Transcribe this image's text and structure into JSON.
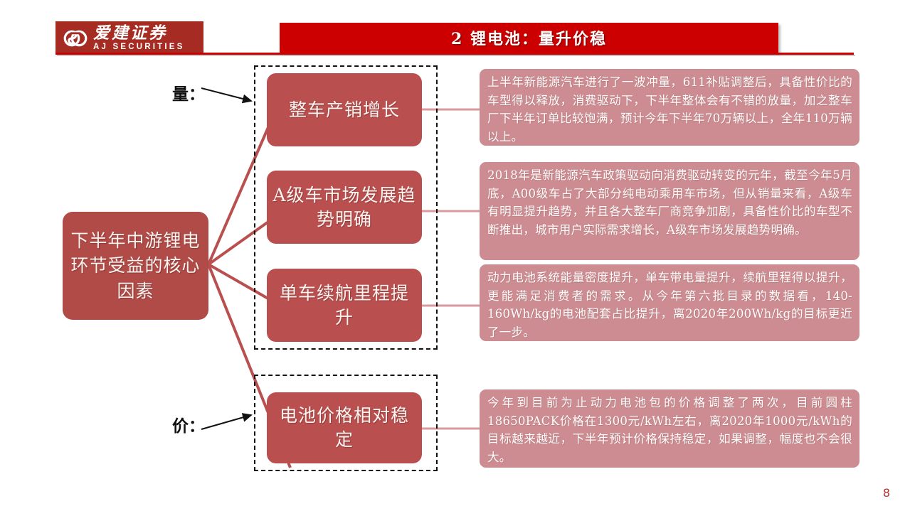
{
  "header": {
    "logo": {
      "icon": "aj-securities-spiral-logo",
      "cn_name": "爱建证券",
      "en_name": "AJ SECURITIES",
      "background": "#A62B22"
    },
    "title": "2 锂电池：量升价稳",
    "title_background": "#CC0000",
    "rule_color": "#CC0000"
  },
  "diagram": {
    "root": {
      "label": "下半年中游锂电环节受益的核心因素",
      "fill": "#B04B47",
      "text_color": "#FAF3F0"
    },
    "side_labels": [
      {
        "id": "liang",
        "text": "量："
      },
      {
        "id": "jia",
        "text": "价："
      }
    ],
    "group_boxes": [
      {
        "id": "volume-group",
        "style": "dashed",
        "border_color": "#111111"
      },
      {
        "id": "price-group",
        "style": "dashed",
        "border_color": "#111111"
      }
    ],
    "topics": [
      {
        "label": "整车产销增长",
        "fill": "#B9504F",
        "description": "上半年新能源汽车进行了一波冲量，611补贴调整后，具备性价比的车型得以释放，消费驱动下，下半年整体会有不错的放量，加之整车厂下半年订单比较饱满，预计今年下半年70万辆以上，全年110万辆以上。"
      },
      {
        "label": "A级车市场发展趋势明确",
        "fill": "#B9504F",
        "description": "2018年是新能源汽车政策驱动向消费驱动转变的元年，截至今年5月底，A00级车占了大部分纯电动乘用车市场，但从销量来看，A级车有明显提升趋势，并且各大整车厂商竞争加剧，具备性价比的车型不断推出，城市用户实际需求增长，A级车市场发展趋势明确。"
      },
      {
        "label": "单车续航里程提升",
        "fill": "#B9504F",
        "description": "动力电池系统能量密度提升，单车带电量提升，续航里程得以提升，更能满足消费者的需求。从今年第六批目录的数据看，140-160Wh/kg的电池配套占比提升，离2020年200Wh/kg的目标更近了一步。"
      },
      {
        "label": "电池价格相对稳定",
        "fill": "#B9504F",
        "description": "今年到目前为止动力电池包的价格调整了两次，目前圆柱18650PACK价格在1300元/kWh左右，离2020年1000元/kWh的目标越来越近，下半年预计价格保持稳定，如果调整，幅度也不会很大。"
      }
    ],
    "description_fill": "#CC8C91",
    "connector_color": "#B9504F"
  },
  "footer": {
    "page_number": "8",
    "page_number_color": "#B0342F"
  }
}
